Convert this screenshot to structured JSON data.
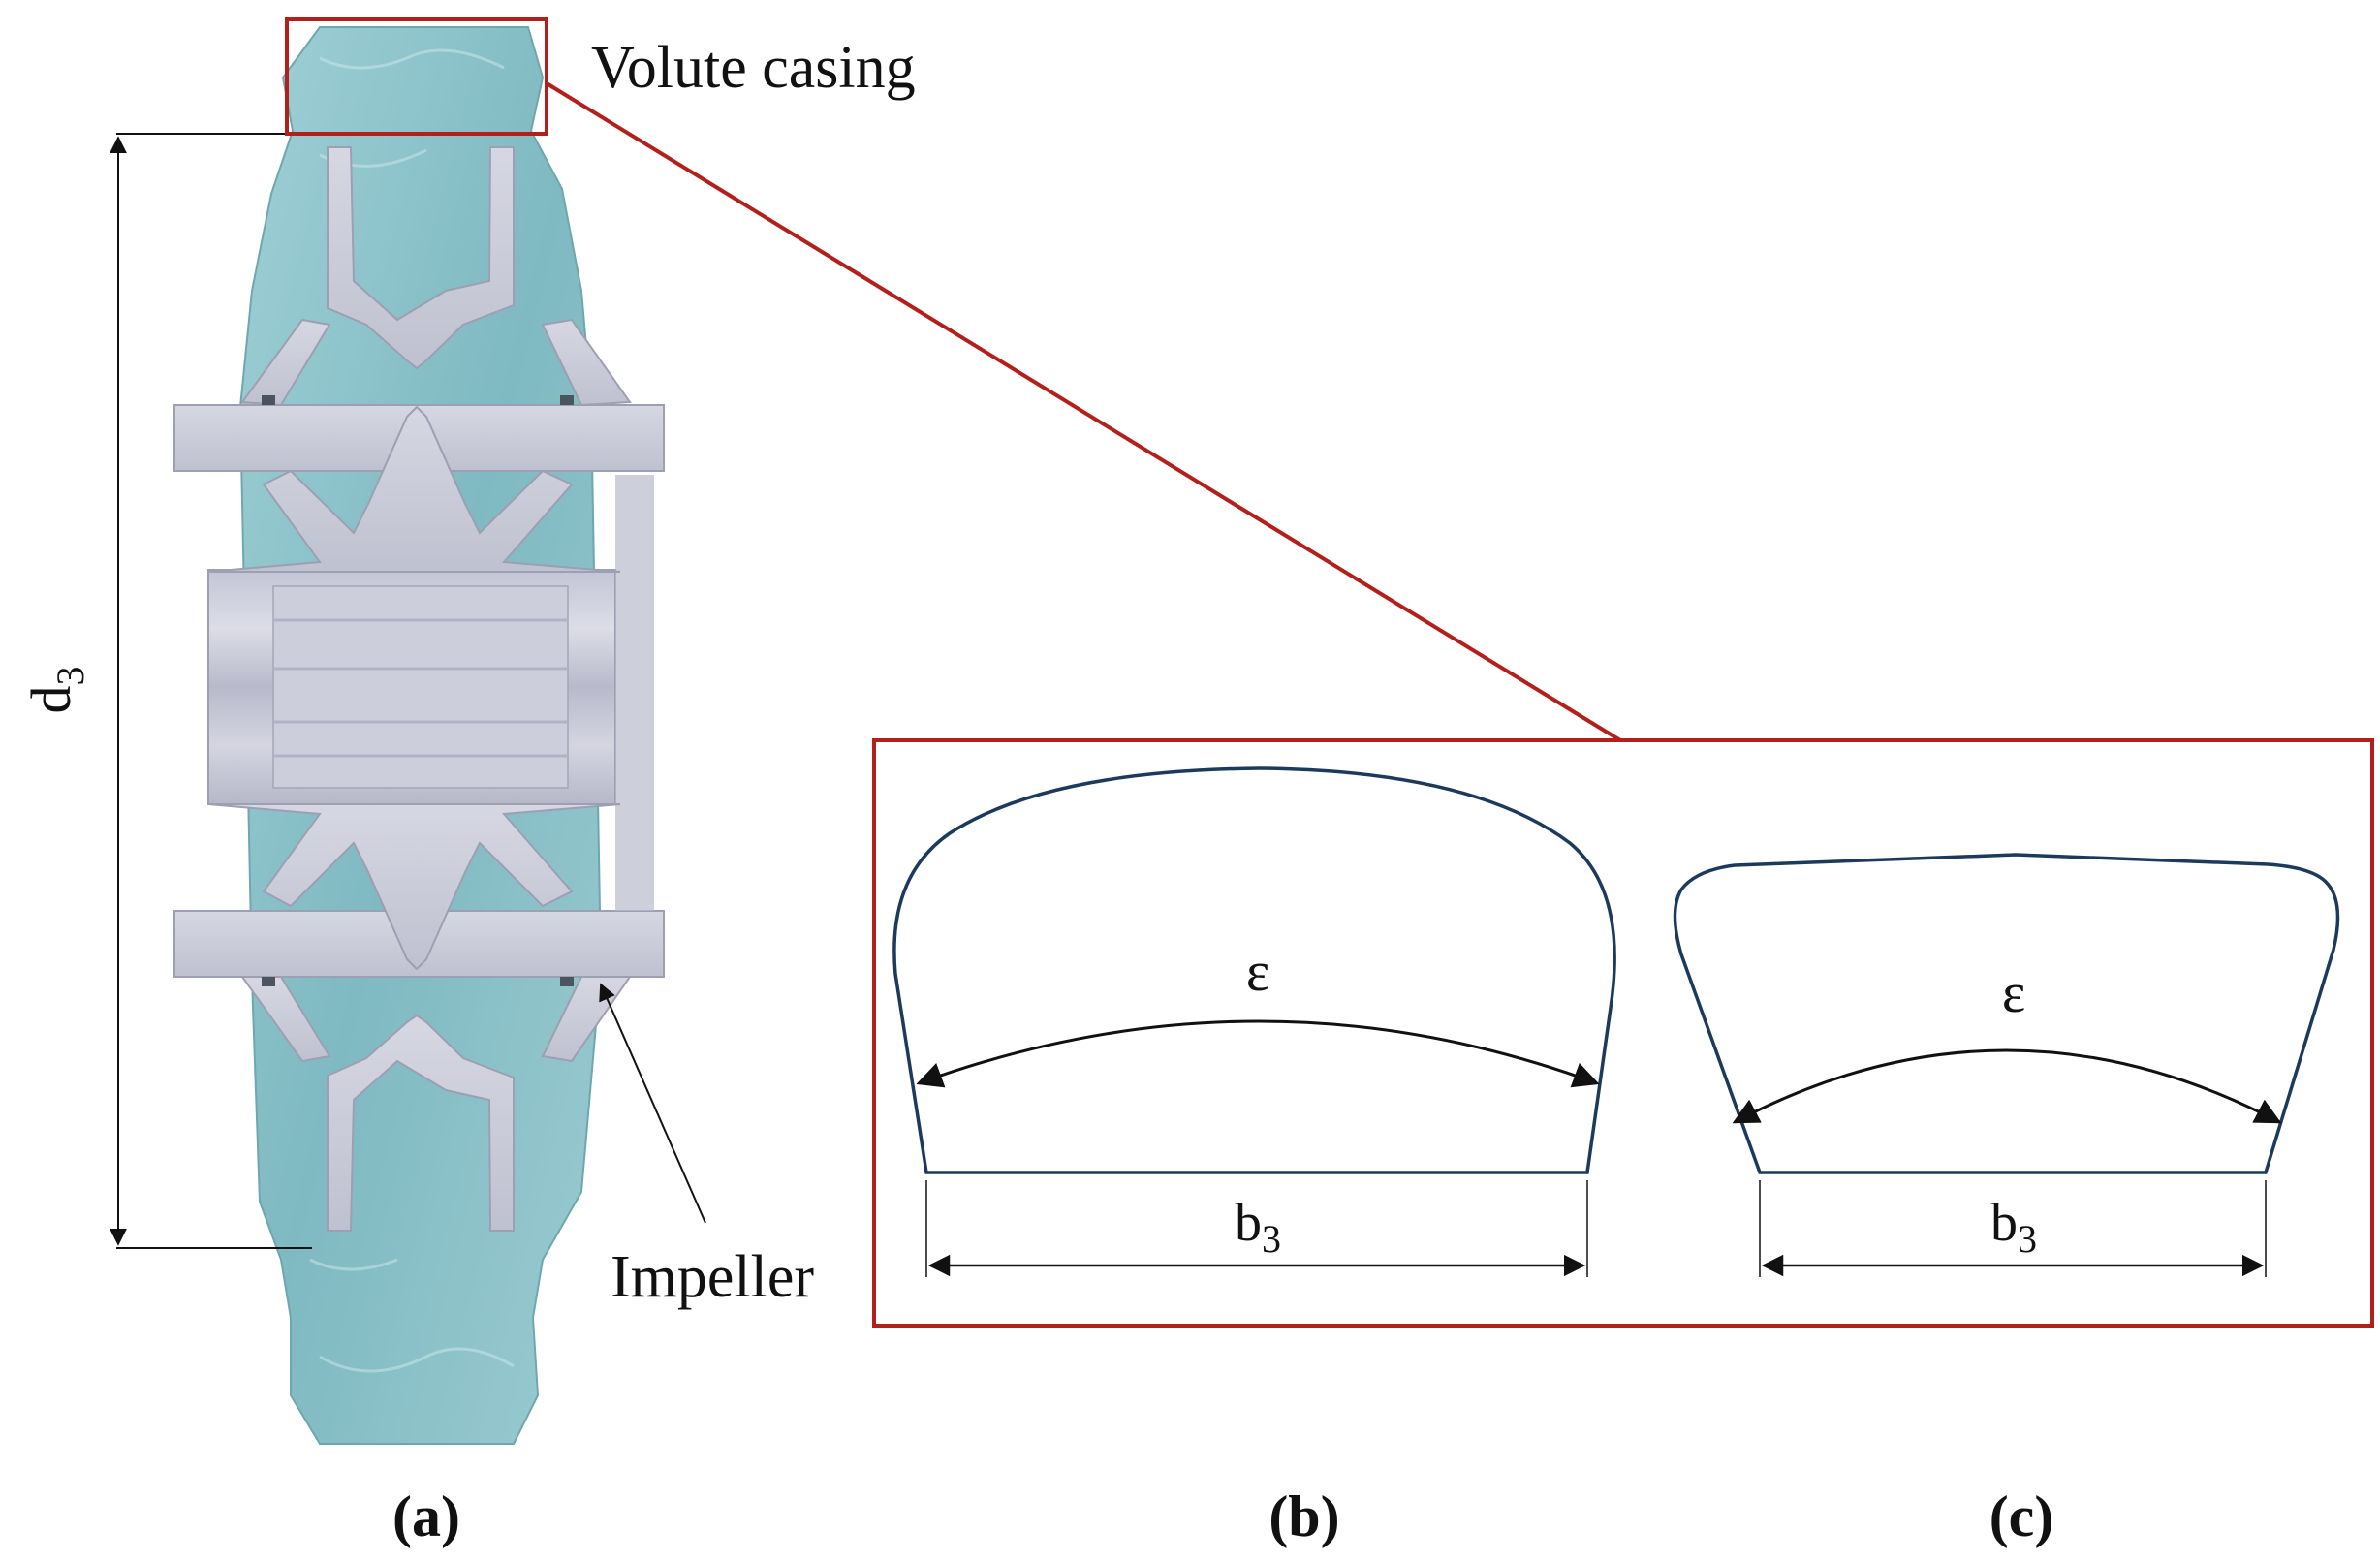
{
  "labels": {
    "volute": "Volute casing",
    "impeller": "Impeller",
    "diameter_main": "d",
    "diameter_sub": "3",
    "width_main": "b",
    "width_sub": "3",
    "angle": "ε"
  },
  "captions": {
    "a": "(a)",
    "b": "(b)",
    "c": "(c)"
  },
  "colors": {
    "frame": "#b3201c",
    "fluid": "#8fc4cb",
    "fluid_dark": "#6aa9b2",
    "metal": "#c9cad6",
    "metal_dark": "#a9abbd",
    "profile": "#1c3a5c"
  }
}
